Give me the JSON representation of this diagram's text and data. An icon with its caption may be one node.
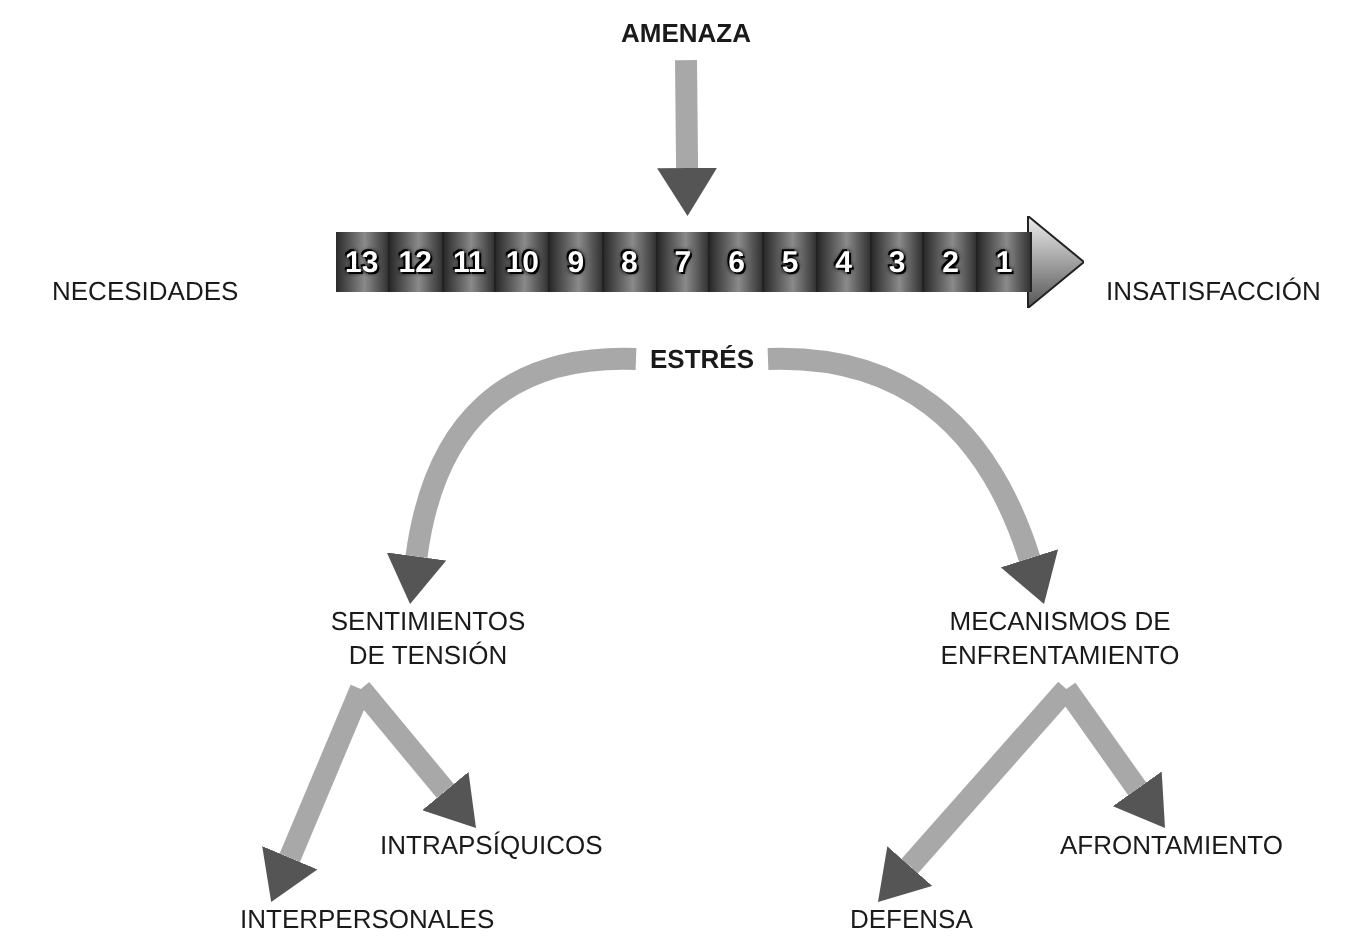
{
  "diagram": {
    "nodes": [
      {
        "text": [
          "AMENAZA"
        ]
      },
      {
        "text": [
          "NECESIDADES"
        ]
      },
      {
        "text": [
          "13",
          "12",
          "11",
          "10",
          "9",
          "8",
          "7",
          "6",
          "5",
          "4",
          "3",
          "2",
          "1"
        ]
      },
      {
        "text": [
          "INSATISFACCIÓN"
        ]
      },
      {
        "text": [
          "ESTRÉS"
        ]
      },
      {
        "text": [
          "SENTIMIENTOS DE TENSIÓN"
        ]
      },
      {
        "text": [
          "MECANISMOS DE ENFRENTAMIENTO"
        ]
      },
      {
        "text": [
          "INTERPERSONALES"
        ]
      },
      {
        "text": [
          "INTRAPSÍQUICOS"
        ]
      },
      {
        "text": [
          "DEFENSA"
        ]
      },
      {
        "text": [
          "AFRONTAMIENTO"
        ]
      }
    ],
    "edges": [
      {
        "from": 0,
        "to": 2,
        "arrow": "to"
      },
      {
        "from": 4,
        "to": 5,
        "arrow": "to"
      },
      {
        "from": 4,
        "to": 6,
        "arrow": "to"
      },
      {
        "from": 5,
        "to": 7,
        "arrow": "to"
      },
      {
        "from": 5,
        "to": 8,
        "arrow": "to"
      },
      {
        "from": 6,
        "to": 9,
        "arrow": "to"
      },
      {
        "from": 6,
        "to": 10,
        "arrow": "to"
      }
    ]
  }
}
